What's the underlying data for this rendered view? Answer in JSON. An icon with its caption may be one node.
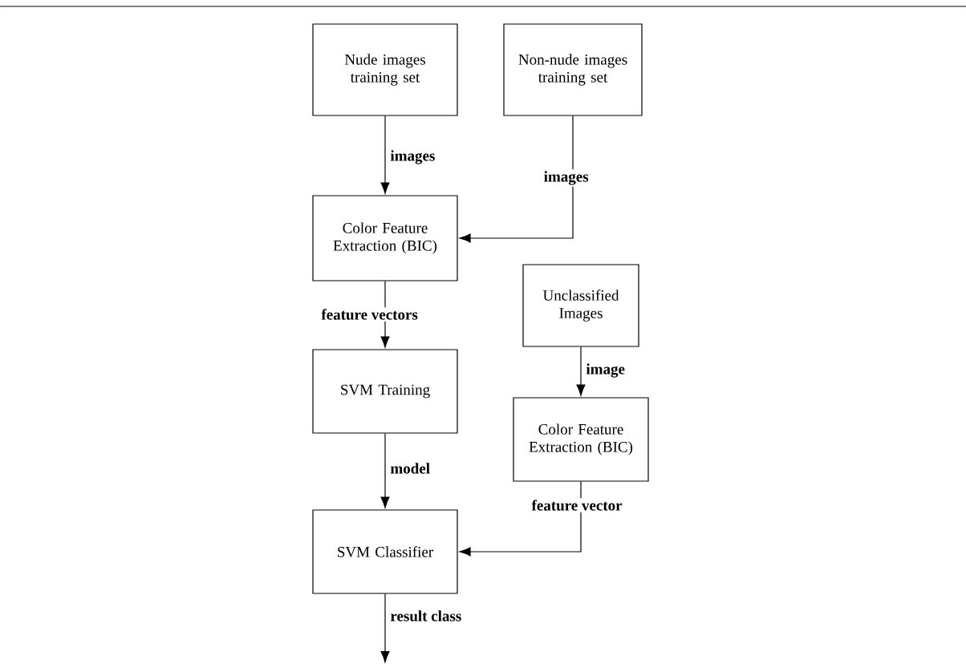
{
  "diagram": {
    "nodes": [
      {
        "text": [
          "Nude images training set"
        ]
      },
      {
        "text": [
          "Non-nude images training set"
        ]
      },
      {
        "text": [
          "Color Feature Extraction (BIC)"
        ]
      },
      {
        "text": [
          "SVM Training"
        ]
      },
      {
        "text": [
          "Unclassified Images"
        ]
      },
      {
        "text": [
          "Color Feature Extraction (BIC)"
        ]
      },
      {
        "text": [
          "SVM Classifier"
        ]
      }
    ],
    "edges": [
      {
        "from": 0,
        "to": 2,
        "arrow": "to",
        "label": "images"
      },
      {
        "from": 1,
        "to": 2,
        "arrow": "to",
        "label": "images"
      },
      {
        "from": 2,
        "to": 3,
        "arrow": "to",
        "label": "feature vectors"
      },
      {
        "from": 4,
        "to": 5,
        "arrow": "to",
        "label": "image"
      },
      {
        "from": 3,
        "to": 6,
        "arrow": "to",
        "label": "model"
      },
      {
        "from": 5,
        "to": 6,
        "arrow": "to",
        "label": "feature vector"
      },
      {
        "from": 6,
        "to": null,
        "arrow": "to",
        "label": "result class"
      }
    ]
  }
}
